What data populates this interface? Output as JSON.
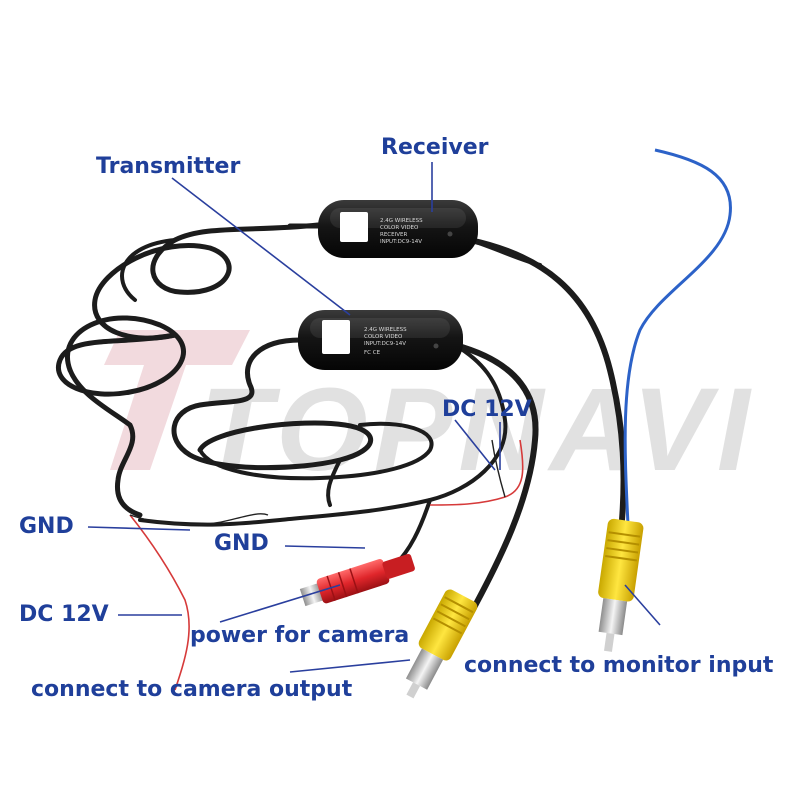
{
  "labels": {
    "transmitter": "Transmitter",
    "receiver": "Receiver",
    "dc12v_right": "DC 12V",
    "gnd_left": "GND",
    "gnd_mid": "GND",
    "dc12v_left": "DC 12V",
    "power_for_camera": "power for camera",
    "connect_monitor": "connect to monitor input",
    "connect_camera": "connect to camera output"
  },
  "receiver_box": {
    "line1": "2.4G WIRELESS",
    "line2": "COLOR  VIDEO",
    "line3": "RECEIVER",
    "line4": "INPUT:DC9-14V"
  },
  "transmitter_box": {
    "line1": "2.4G WIRELESS",
    "line2": "COLOR  VIDEO",
    "line3": "INPUT:DC9-14V",
    "line4": "FC  CE"
  },
  "watermark": "TOPNAVI",
  "colors": {
    "label_text": "#1f3f9a",
    "pointer_line": "#2a3f9e",
    "cable": "#1c1c1c",
    "rca_yellow": "#f2d400",
    "plug_red": "#e0262b",
    "blue_wire": "#2c62c8",
    "red_wire": "#d63a3a",
    "watermark_grey": "#c9c9c9",
    "watermark_pink": "#e9c2c8"
  }
}
